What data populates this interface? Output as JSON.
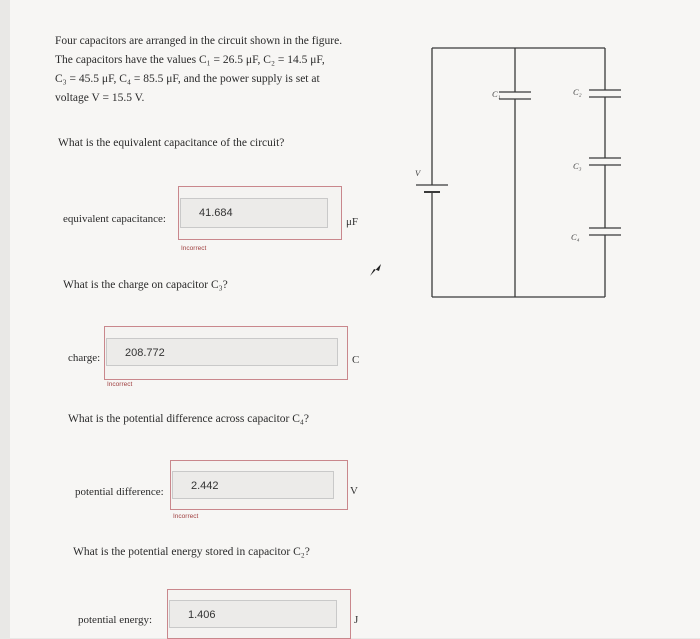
{
  "problem": {
    "line1": "Four capacitors are arranged in the circuit shown in the figure.",
    "line2": "The capacitors have the values C₁ = 26.5 μF, C₂ = 14.5 μF,",
    "line3": "C₃ = 45.5 μF, C₄ = 85.5 μF, and the power supply is set at",
    "line4": "voltage V = 15.5 V."
  },
  "q1": {
    "question": "What is the equivalent capacitance of the circuit?",
    "label": "equivalent capacitance:",
    "value": "41.684",
    "status": "Incorrect",
    "unit": "μF"
  },
  "q2": {
    "question": "What is the charge on capacitor C₃?",
    "label": "charge:",
    "value": "208.772",
    "status": "Incorrect",
    "unit": "C"
  },
  "q3": {
    "question": "What is the potential difference across capacitor C₄?",
    "label": "potential difference:",
    "value": "2.442",
    "status": "Incorrect",
    "unit": "V"
  },
  "q4": {
    "question": "What is the potential energy stored in capacitor C₂?",
    "label": "potential energy:",
    "value": "1.406",
    "unit": "J"
  },
  "circuit": {
    "c1": "C₁",
    "c2": "C₂",
    "c3": "C₃",
    "c4": "C₄",
    "v": "V"
  }
}
